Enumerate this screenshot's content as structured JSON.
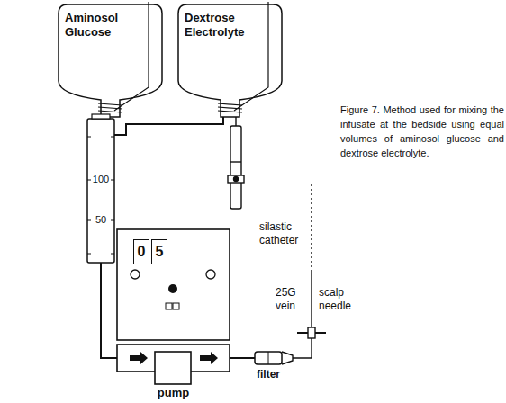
{
  "diagram": {
    "caption": "Figure 7. Method used for mixing the infusate at the bedside using equal volumes of aminosol glucose and dextrose electrolyte.",
    "nodes": [
      {
        "text": [
          "Aminosol Glucose"
        ]
      },
      {
        "text": [
          "Dextrose Electrolyte"
        ]
      },
      {
        "text": [
          "100",
          "50"
        ]
      },
      {
        "text": [
          "pump"
        ]
      },
      {
        "text": [
          "0",
          "5"
        ],
        "in": 3
      },
      {
        "text": [
          "filter"
        ]
      }
    ],
    "edges": [
      {
        "from": 0,
        "to": 2,
        "arrow": "none"
      },
      {
        "from": 1,
        "to": 2,
        "arrow": "none"
      },
      {
        "from": 2,
        "to": 3,
        "arrow": "none"
      },
      {
        "from": 3,
        "to": 5,
        "arrow": "none"
      }
    ],
    "labels": [
      "silastic catheter",
      "25G vein",
      "scalp needle"
    ]
  }
}
